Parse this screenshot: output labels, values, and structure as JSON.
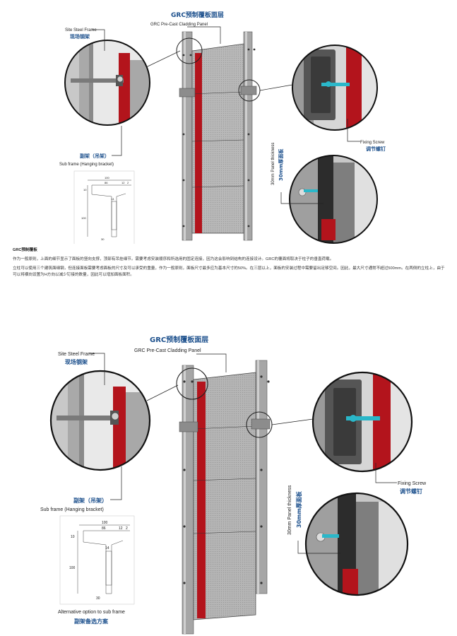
{
  "top": {
    "title_cn": "GRC预制覆板面层",
    "title_en": "GRC Pre-Cast Cladding Panel",
    "site_frame_en": "Site Steel Frame",
    "site_frame_cn": "现场钢架",
    "sub_frame_cn": "副架（吊架）",
    "sub_frame_en": "Sub frame (Hanging bracket)",
    "fixing_en": "Fixing Screw",
    "fixing_cn": "调节螺钉",
    "thickness_en": "30mm Panel thickness",
    "thickness_cn": "30mm厚面板",
    "dims": [
      "100",
      "86",
      "12",
      "2",
      "14",
      "100",
      "10",
      "30"
    ]
  },
  "notes": {
    "heading": "GRC预制覆板",
    "para1": "作为一般原则，上面的细节显示了面板的竖向支撑，顶部有吊挂细节。需要考虑安装顺序和所选用的固定连接，因为这会影响到结构的连接设计。GRC的覆面将取决于柱子的垂直荷载。",
    "para2": "立柱可以使用三个建筑面细钢，但连接面板需要考虑面板的尺寸及可以承受的重量，作为一般原则，面板尺寸最多应为基本尺寸的50%。在三层以上，面板的安装过程中需要留出足够空间。因此，最大尺寸通常不超过500mm。在两侧的立柱上，由于可以将横向设置为H方向以减少钉接的数量，因此可以增加面板面积。"
  },
  "bottom": {
    "title_cn": "GRC预制覆板面层",
    "title_en": "GRC Pre-Cast Cladding Panel",
    "site_frame_en": "Site Steel Frame",
    "site_frame_cn": "现场钢架",
    "sub_frame_cn": "副架（吊架）",
    "sub_frame_en": "Sub frame (Hanging bracket)",
    "fixing_en": "Fixing Screw",
    "fixing_cn": "调节螺钉",
    "thickness_en": "30mm Panel thickness",
    "thickness_cn": "30mm厚面板",
    "alt_en": "Alternative option to sub frame",
    "alt_cn": "副架备选方案",
    "dims": [
      "100",
      "86",
      "12",
      "2",
      "14",
      "100",
      "10",
      "30"
    ]
  },
  "colors": {
    "accent_red": "#b3141c",
    "steel": "#9b9b9b",
    "panel": "#bdbdbd",
    "screw_cyan": "#2ab7c9",
    "label_blue": "#1b4f8c"
  }
}
